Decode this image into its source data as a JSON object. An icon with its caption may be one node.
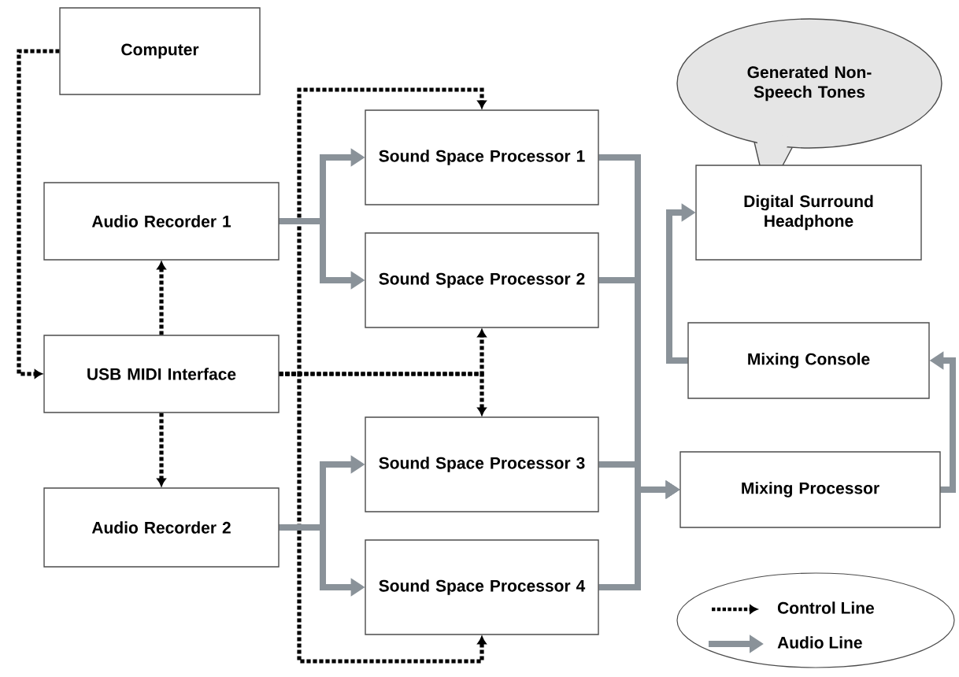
{
  "diagram": {
    "nodes": [
      {
        "text": [
          "Computer"
        ]
      },
      {
        "text": [
          "Audio Recorder 1"
        ]
      },
      {
        "text": [
          "USB MIDI Interface"
        ]
      },
      {
        "text": [
          "Audio Recorder 2"
        ]
      },
      {
        "text": [
          "Sound Space Processor 1"
        ]
      },
      {
        "text": [
          "Sound Space Processor 2"
        ]
      },
      {
        "text": [
          "Sound Space Processor 3"
        ]
      },
      {
        "text": [
          "Sound Space Processor 4"
        ]
      },
      {
        "text": [
          "Generated Non-Speech Tones"
        ]
      },
      {
        "text": [
          "Digital Surround Headphone"
        ]
      },
      {
        "text": [
          "Mixing Console"
        ]
      },
      {
        "text": [
          "Mixing Processor"
        ]
      }
    ],
    "edges": [
      {
        "from": 0,
        "to": 2,
        "arrow": "to",
        "style": "dashed",
        "color": "#000000"
      },
      {
        "from": 2,
        "to": 1,
        "arrow": "to",
        "style": "dashed",
        "color": "#000000"
      },
      {
        "from": 2,
        "to": 3,
        "arrow": "to",
        "style": "dashed",
        "color": "#000000"
      },
      {
        "from": 2,
        "to": 4,
        "arrow": "to",
        "style": "dashed",
        "color": "#000000"
      },
      {
        "from": 2,
        "to": 7,
        "arrow": "to",
        "style": "dashed",
        "color": "#000000"
      },
      {
        "from": 2,
        "to": 5,
        "arrow": "to",
        "style": "dashed",
        "color": "#000000"
      },
      {
        "from": 2,
        "to": 6,
        "arrow": "to",
        "style": "dashed",
        "color": "#000000"
      },
      {
        "from": 1,
        "to": 4,
        "arrow": "to"
      },
      {
        "from": 1,
        "to": 5,
        "arrow": "to"
      },
      {
        "from": 3,
        "to": 6,
        "arrow": "to"
      },
      {
        "from": 3,
        "to": 7,
        "arrow": "to"
      },
      {
        "from": 4,
        "to": 11,
        "arrow": "to"
      },
      {
        "from": 5,
        "to": 11,
        "arrow": "to"
      },
      {
        "from": 6,
        "to": 11,
        "arrow": "to"
      },
      {
        "from": 7,
        "to": 11,
        "arrow": "to"
      },
      {
        "from": 10,
        "to": 9,
        "arrow": "to"
      },
      {
        "from": 11,
        "to": 10,
        "arrow": "to"
      }
    ],
    "legend": [
      {
        "text": "Control Line"
      },
      {
        "text": "Audio Line"
      }
    ]
  }
}
